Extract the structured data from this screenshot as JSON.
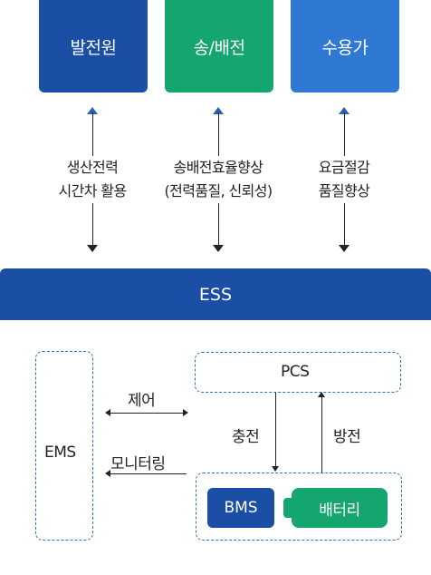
{
  "top_boxes": [
    {
      "label": "발전원",
      "color": "#1b4ea5"
    },
    {
      "label": "송/배전",
      "color": "#15a56f"
    },
    {
      "label": "수용가",
      "color": "#2f78d4"
    }
  ],
  "benefits": [
    {
      "line1": "생산전력",
      "line2": "시간차 활용"
    },
    {
      "line1": "송배전효율향상",
      "line2": "(전력품질, 신뢰성)"
    },
    {
      "line1": "요금절감",
      "line2": "품질향상"
    }
  ],
  "ess": {
    "label": "ESS",
    "color": "#1b4ea5"
  },
  "ems": {
    "label": "EMS"
  },
  "pcs": {
    "label": "PCS"
  },
  "links": {
    "control": "제어",
    "monitoring": "모니터링",
    "charge": "충전",
    "discharge": "방전"
  },
  "bms": {
    "label": "BMS"
  },
  "battery": {
    "label": "배터리"
  }
}
